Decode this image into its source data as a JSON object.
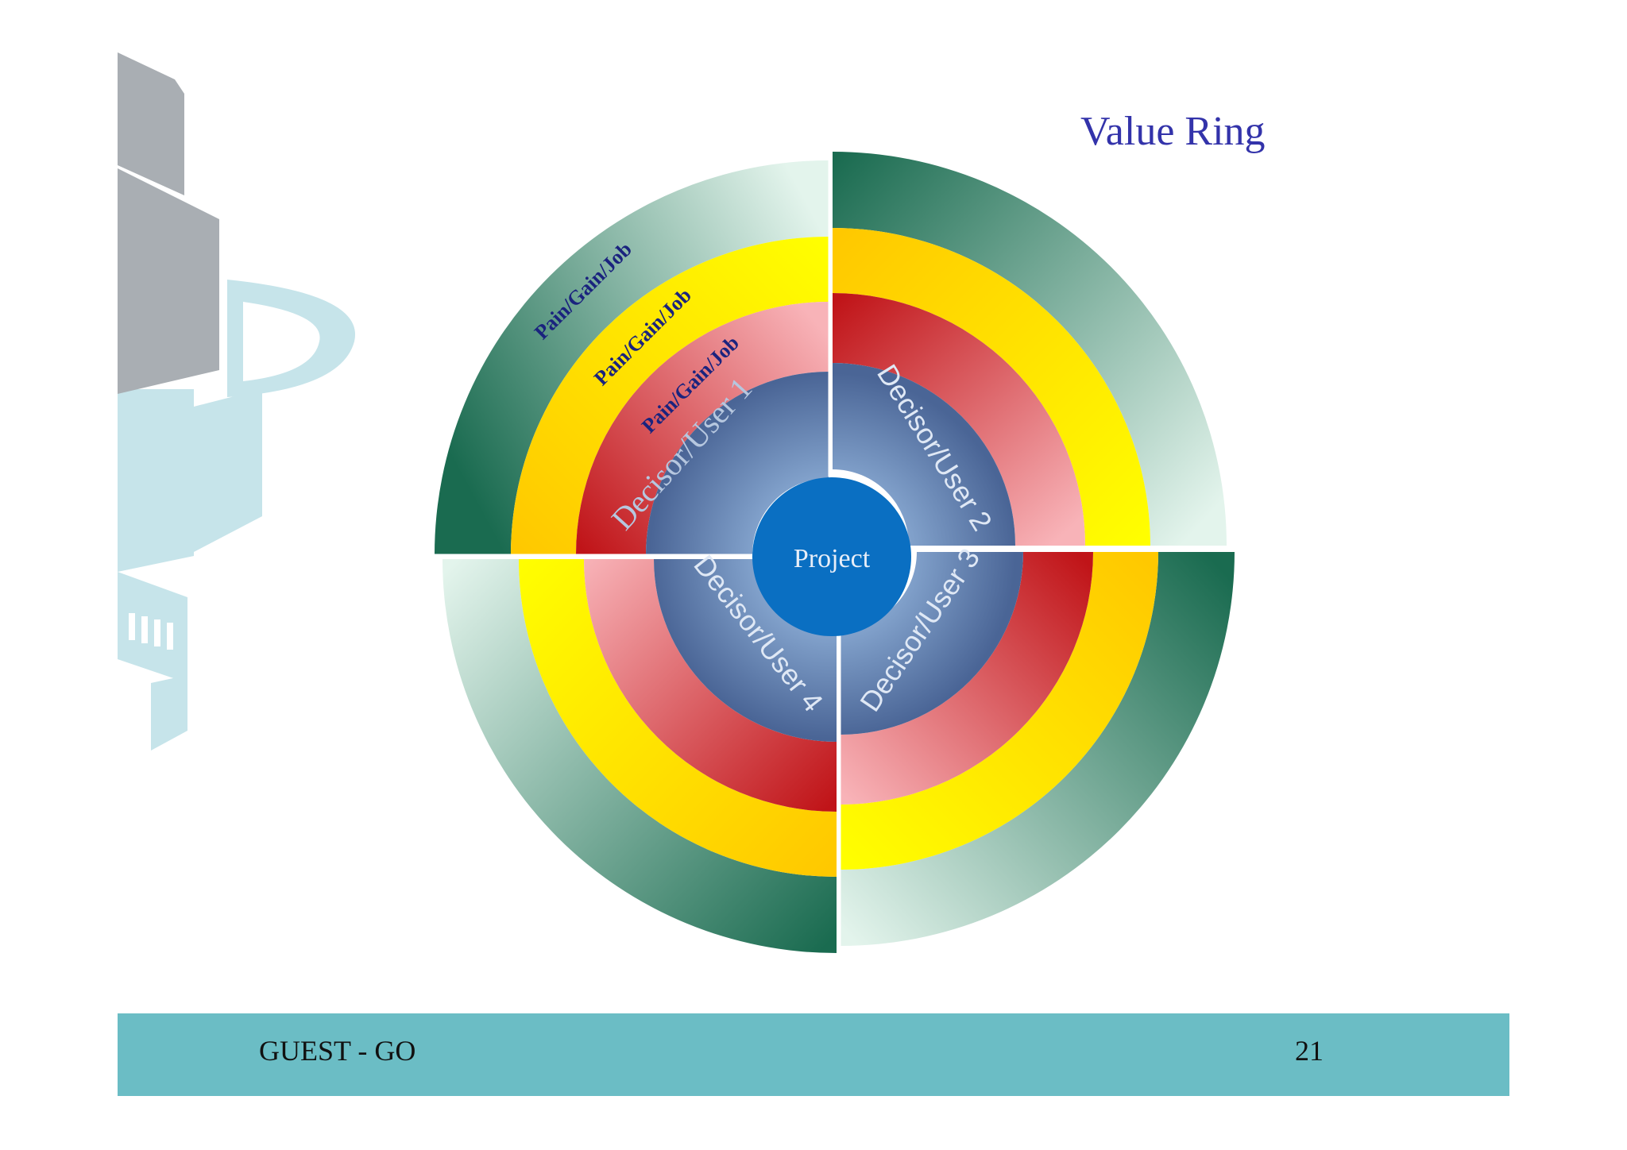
{
  "slide": {
    "title": "Value Ring",
    "footer_left": "GUEST - GO",
    "page_number": "21"
  },
  "ring": {
    "center_label": "Project",
    "users": [
      "Decisor/User 1",
      "Decisor/User 2",
      "Decisor/User 3",
      "Decisor/User 4"
    ],
    "pain_gain_job_label": "Pain/Gain/Job",
    "colors": {
      "center": "#0a6fc2",
      "user_dark": "#4a6596",
      "user_light": "#8fb0d8",
      "pain_red": "#c01418",
      "pain_pink": "#f8b3b8",
      "gain_yellow": "#ffff00",
      "gain_orange": "#ffc800",
      "job_green": "#1a6b50",
      "job_pale": "#dff2ea",
      "label_navy": "#1a237e",
      "footer": "#6bbdc5",
      "title": "#3333aa"
    }
  }
}
